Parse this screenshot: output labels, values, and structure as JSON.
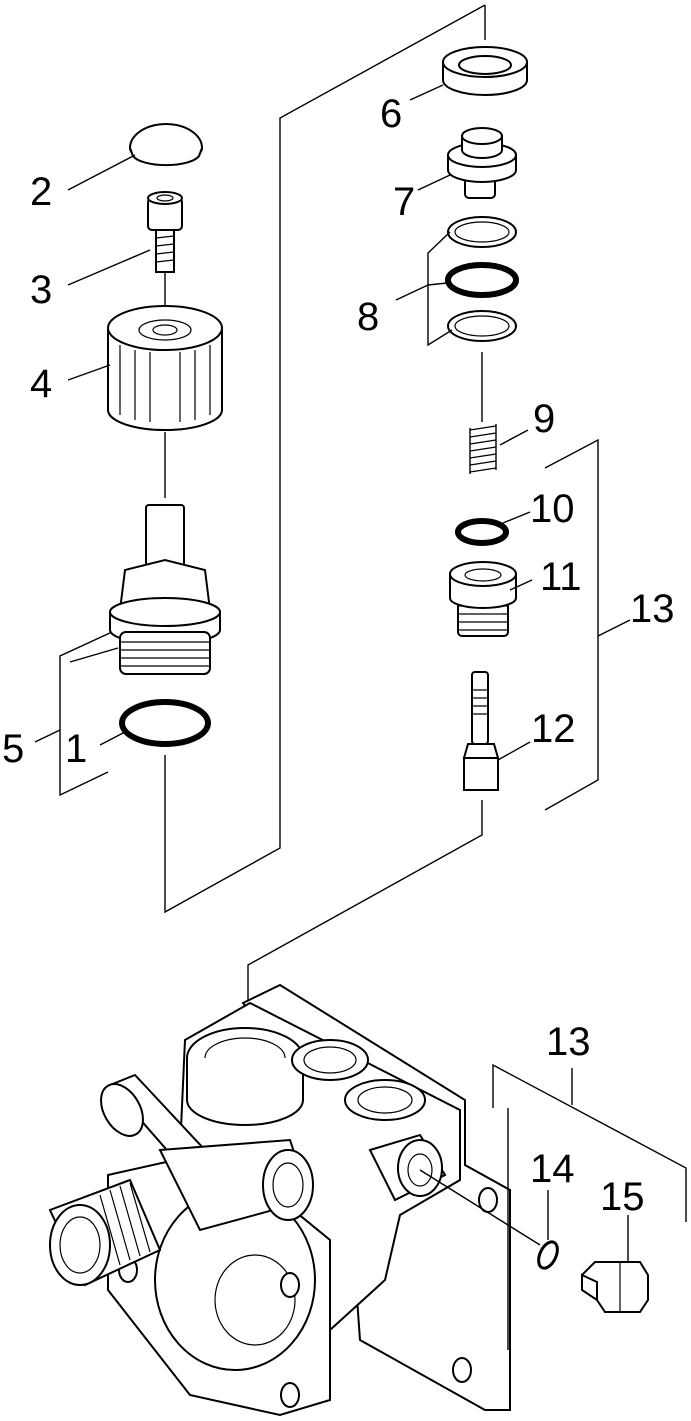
{
  "callouts": {
    "c1": "1",
    "c2": "2",
    "c3": "3",
    "c4": "4",
    "c5": "5",
    "c6": "6",
    "c7": "7",
    "c8": "8",
    "c9": "9",
    "c10": "10",
    "c11": "11",
    "c12": "12",
    "c13a": "13",
    "c13b": "13",
    "c14": "14",
    "c15": "15"
  },
  "colors": {
    "ink": "#000000",
    "paper": "#ffffff"
  }
}
